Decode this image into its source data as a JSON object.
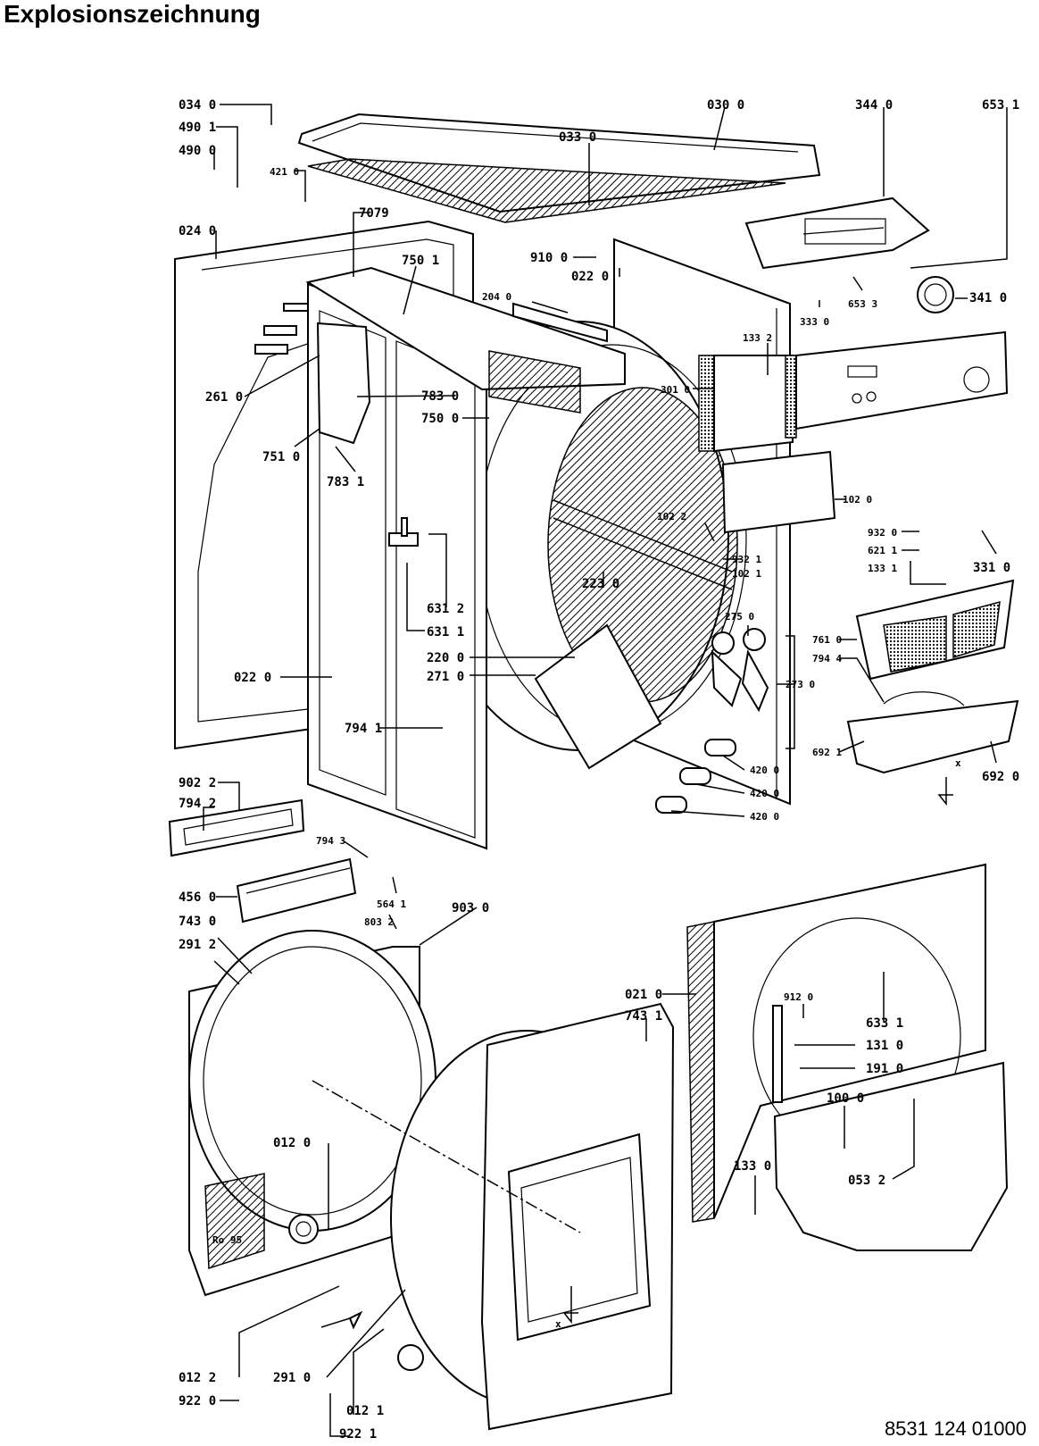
{
  "header": {
    "title": "Explosionszeichnung"
  },
  "footer": {
    "document_number": "8531 124 01000"
  },
  "part_labels": {
    "p0340": "034 0",
    "p4901": "490 1",
    "p4900": "490 0",
    "p4210": "421 0",
    "p0240": "024 0",
    "p0300": "030 0",
    "p0330": "033 0",
    "p3440": "344 0",
    "p6531": "653 1",
    "p7079": "7079",
    "p7501": "750 1",
    "p9100": "910 0",
    "p0220a": "022 0",
    "p2040": "204 0",
    "p6533": "653 3",
    "p3330": "333 0",
    "p3410": "341 0",
    "p1332": "133 2",
    "p3010": "301 0",
    "p2610": "261 0",
    "p7830": "783 0",
    "p7500": "750 0",
    "p7510": "751 0",
    "p7831": "783 1",
    "p1020": "102 0",
    "p1022": "102 2",
    "p9320": "932 0",
    "p6211": "621 1",
    "p1331": "133 1",
    "p3310": "331 0",
    "p9321": "932 1",
    "p1021": "102 1",
    "p2230": "223 0",
    "p6312": "631 2",
    "p6311": "631 1",
    "p2200": "220 0",
    "p2710": "271 0",
    "p2750": "275 0",
    "p7610": "761 0",
    "p7944": "794 4",
    "p2730": "273 0",
    "p0220b": "022 0",
    "p7941": "794 1",
    "p6921": "692 1",
    "p6920": "692 0",
    "p4200a": "420 0",
    "p4200b": "420 0",
    "p4200c": "420 0",
    "p9022": "902 2",
    "p7942": "794 2",
    "p7943": "794 3",
    "p4560": "456 0",
    "p5641": "564 1",
    "p8032": "803 2",
    "p9030": "903 0",
    "p7430": "743 0",
    "p2912": "291 2",
    "p0210": "021 0",
    "p7431": "743 1",
    "p9120": "912 0",
    "p6331": "633 1",
    "p1310": "131 0",
    "p1910": "191 0",
    "p1000": "100 0",
    "p0120": "012 0",
    "p1330": "133 0",
    "p0532": "053 2",
    "p0122": "012 2",
    "p9220": "922 0",
    "p2910": "291 0",
    "p0121": "012 1",
    "p9221": "922 1"
  },
  "drawing_marks": {
    "front_arrow": "x",
    "rear_arrow": "x",
    "stamp": "Ro 95"
  }
}
